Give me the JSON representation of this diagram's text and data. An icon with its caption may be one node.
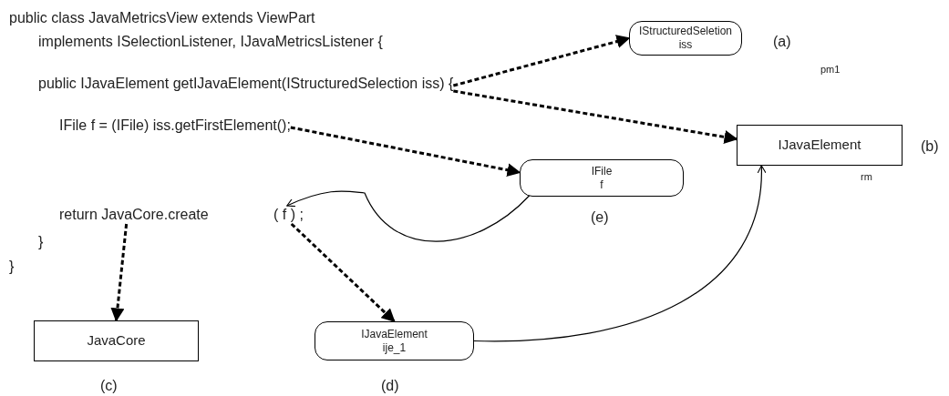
{
  "diagram": {
    "nodes": [
      {
        "text": [
          "public IJavaElement getIJavaElement(IStructuredSelection iss) {"
        ]
      },
      {
        "text": [
          "IFile f = (IFile) iss.getFirstElement();"
        ]
      },
      {
        "text": [
          "return JavaCore.create"
        ]
      },
      {
        "text": [
          "( f ) ;"
        ]
      },
      {
        "text": [
          "IStructuredSeletion",
          "iss"
        ],
        "beside": [
          "(a)",
          "pm1"
        ]
      },
      {
        "text": [
          "IJavaElement"
        ],
        "beside": [
          "(b)",
          "rm"
        ]
      },
      {
        "text": [
          "IFile",
          "f"
        ],
        "beside": [
          "(e)"
        ]
      },
      {
        "text": [
          "JavaCore"
        ],
        "beside": [
          "(c)"
        ]
      },
      {
        "text": [
          "IJavaElement",
          "ije_1"
        ],
        "beside": [
          "(d)"
        ]
      }
    ],
    "edges": [
      {
        "from": 0,
        "to": 4,
        "arrow": "to",
        "style": "dashed"
      },
      {
        "from": 0,
        "to": 5,
        "arrow": "to",
        "style": "dashed"
      },
      {
        "from": 1,
        "to": 6,
        "arrow": "to",
        "style": "dashed"
      },
      {
        "from": 6,
        "to": 3,
        "arrow": "to"
      },
      {
        "from": 2,
        "to": 7,
        "arrow": "to",
        "style": "dashed"
      },
      {
        "from": 3,
        "to": 8,
        "arrow": "to",
        "style": "dashed"
      },
      {
        "from": 8,
        "to": 5,
        "arrow": "to"
      }
    ],
    "labels": [
      "public class JavaMetricsView extends ViewPart",
      "implements ISelectionListener, IJavaMetricsListener {",
      "}",
      "}"
    ]
  }
}
